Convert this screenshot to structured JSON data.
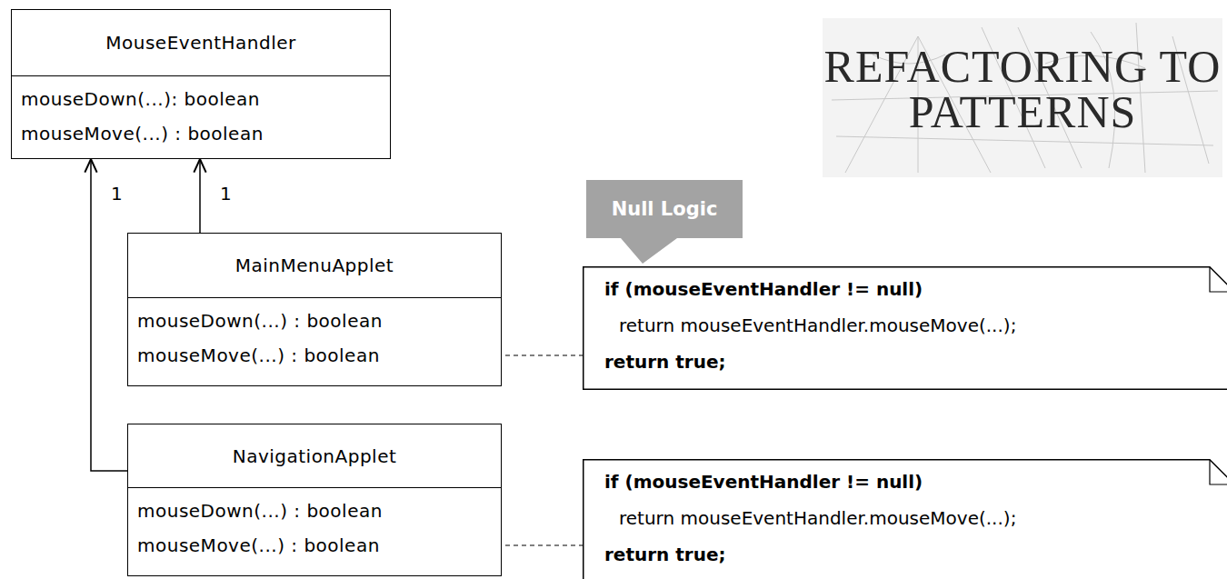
{
  "diagram": {
    "nodes": [
      {
        "text": [
          "MouseEventHandler",
          "mouseDown(...): boolean",
          "mouseMove(...) : boolean"
        ]
      },
      {
        "text": [
          "MainMenuApplet",
          "mouseDown(...) : boolean",
          "mouseMove(...) : boolean"
        ]
      },
      {
        "text": [
          "NavigationApplet",
          "mouseDown(...) : boolean",
          "mouseMove(...) : boolean"
        ]
      },
      {
        "text": [
          "Null Logic"
        ]
      },
      {
        "text": [
          "if (mouseEventHandler != null)",
          "return mouseEventHandler.mouseMove(...);",
          "return true;"
        ]
      },
      {
        "text": [
          "if (mouseEventHandler != null)",
          "return mouseEventHandler.mouseMove(...);",
          "return true;"
        ]
      }
    ],
    "edges": [
      {
        "from": 1,
        "to": 0,
        "arrow": "to",
        "label": "1"
      },
      {
        "from": 2,
        "to": 0,
        "arrow": "to",
        "label": "1"
      },
      {
        "from": 1,
        "to": 4,
        "arrow": "none"
      },
      {
        "from": 2,
        "to": 5,
        "arrow": "none"
      }
    ],
    "labels": [
      "REFACTORING TO PATTERNS"
    ]
  }
}
